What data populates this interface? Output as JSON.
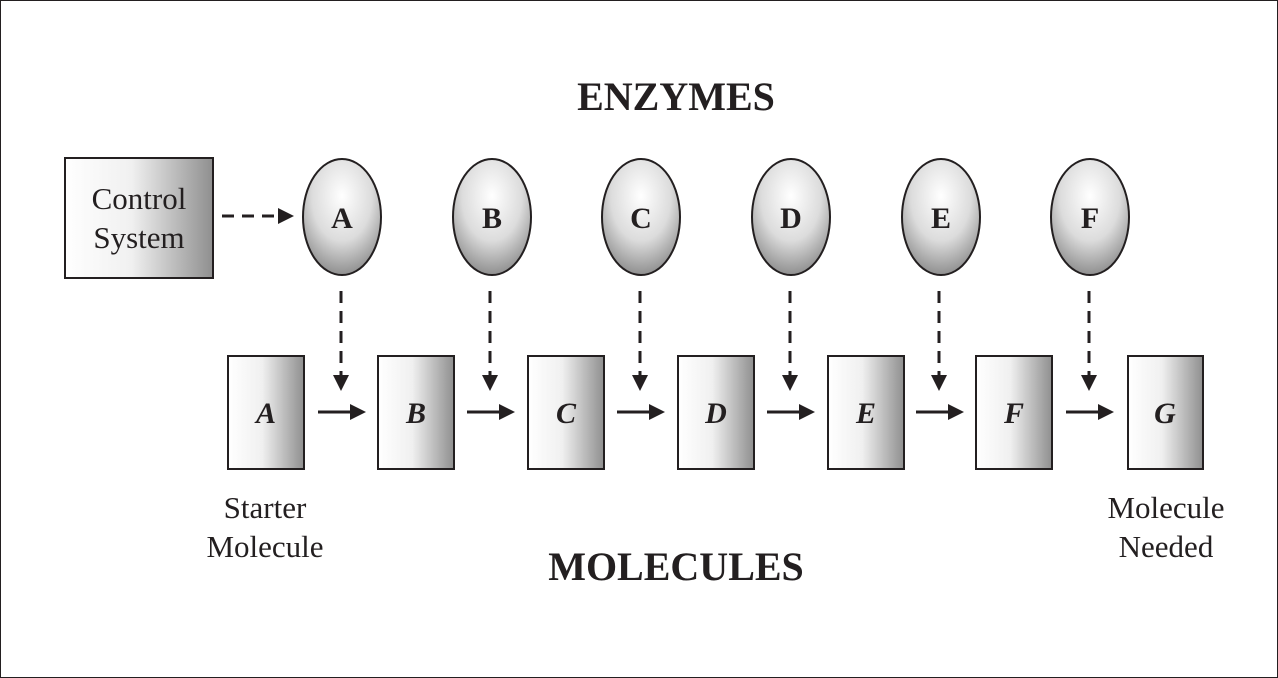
{
  "title_top": "ENZYMES",
  "title_bottom": "MOLECULES",
  "control_system": {
    "line1": "Control",
    "line2": "System"
  },
  "enzymes": [
    "A",
    "B",
    "C",
    "D",
    "E",
    "F"
  ],
  "molecules": [
    "A",
    "B",
    "C",
    "D",
    "E",
    "F",
    "G"
  ],
  "starter_caption": {
    "line1": "Starter",
    "line2": "Molecule"
  },
  "needed_caption": {
    "line1": "Molecule",
    "line2": "Needed"
  },
  "colors": {
    "ink": "#231f20",
    "gradient_light": "#ffffff",
    "gradient_dark": "#8f8f8f"
  }
}
